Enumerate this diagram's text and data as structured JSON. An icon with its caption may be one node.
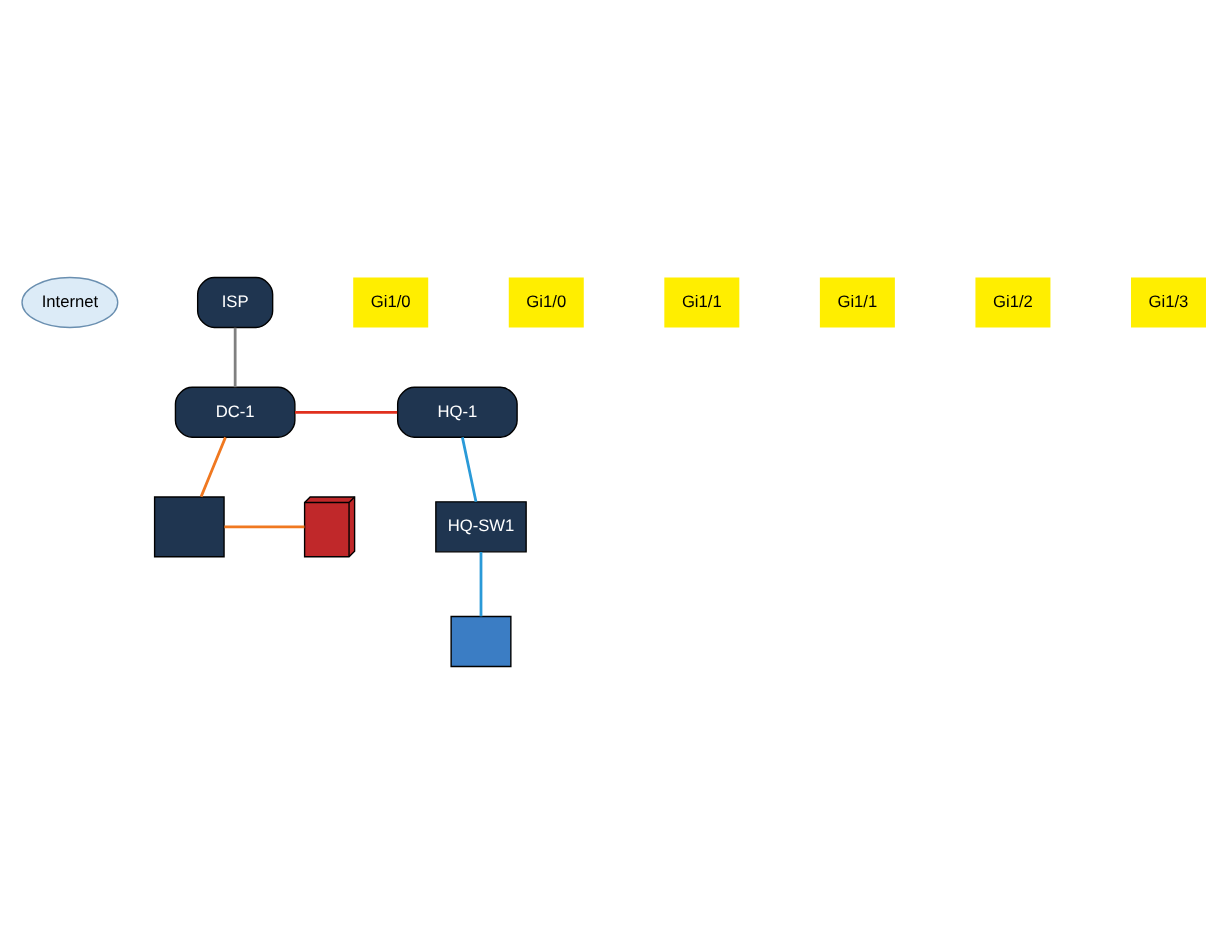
{
  "diagram": {
    "nodes": [
      {
        "text": [
          "Internet"
        ]
      },
      {
        "text": [
          "ISP"
        ]
      },
      {
        "text": [
          "DC-1"
        ]
      },
      {
        "text": [
          "HQ-1"
        ]
      },
      {
        "text": [],
        "shape": "box"
      },
      {
        "text": [],
        "shape": "picture"
      },
      {
        "text": [
          "HQ-SW1"
        ]
      },
      {
        "text": [],
        "shape": "person"
      }
    ],
    "edges": [
      {
        "from": 1,
        "to": 2,
        "arrow": "none",
        "color": "#808080"
      },
      {
        "from": 2,
        "to": 3,
        "arrow": "none",
        "color": "#e0301e"
      },
      {
        "from": 2,
        "to": 4,
        "arrow": "none",
        "color": "#f07820"
      },
      {
        "from": 4,
        "to": 5,
        "arrow": "none",
        "color": "#f07820"
      },
      {
        "from": 3,
        "to": 6,
        "arrow": "none",
        "color": "#2a9ad8"
      },
      {
        "from": 6,
        "to": 7,
        "arrow": "none",
        "color": "#2a9ad8"
      }
    ],
    "labels": [
      "Gi1/0",
      "Gi1/0",
      "Gi1/1",
      "Gi1/1",
      "Gi1/2",
      "Gi1/3"
    ]
  }
}
